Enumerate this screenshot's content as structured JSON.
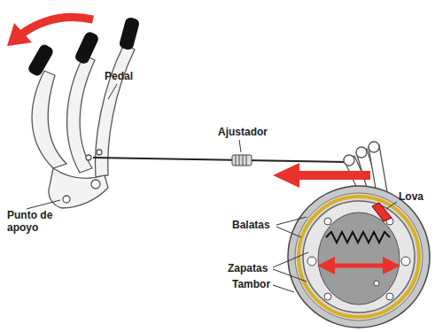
{
  "diagram": {
    "labels": [
      "Pedal",
      "Ajustador",
      "Punto de apoyo",
      "Lova",
      "Balatas",
      "Zapatas",
      "Tambor"
    ]
  }
}
